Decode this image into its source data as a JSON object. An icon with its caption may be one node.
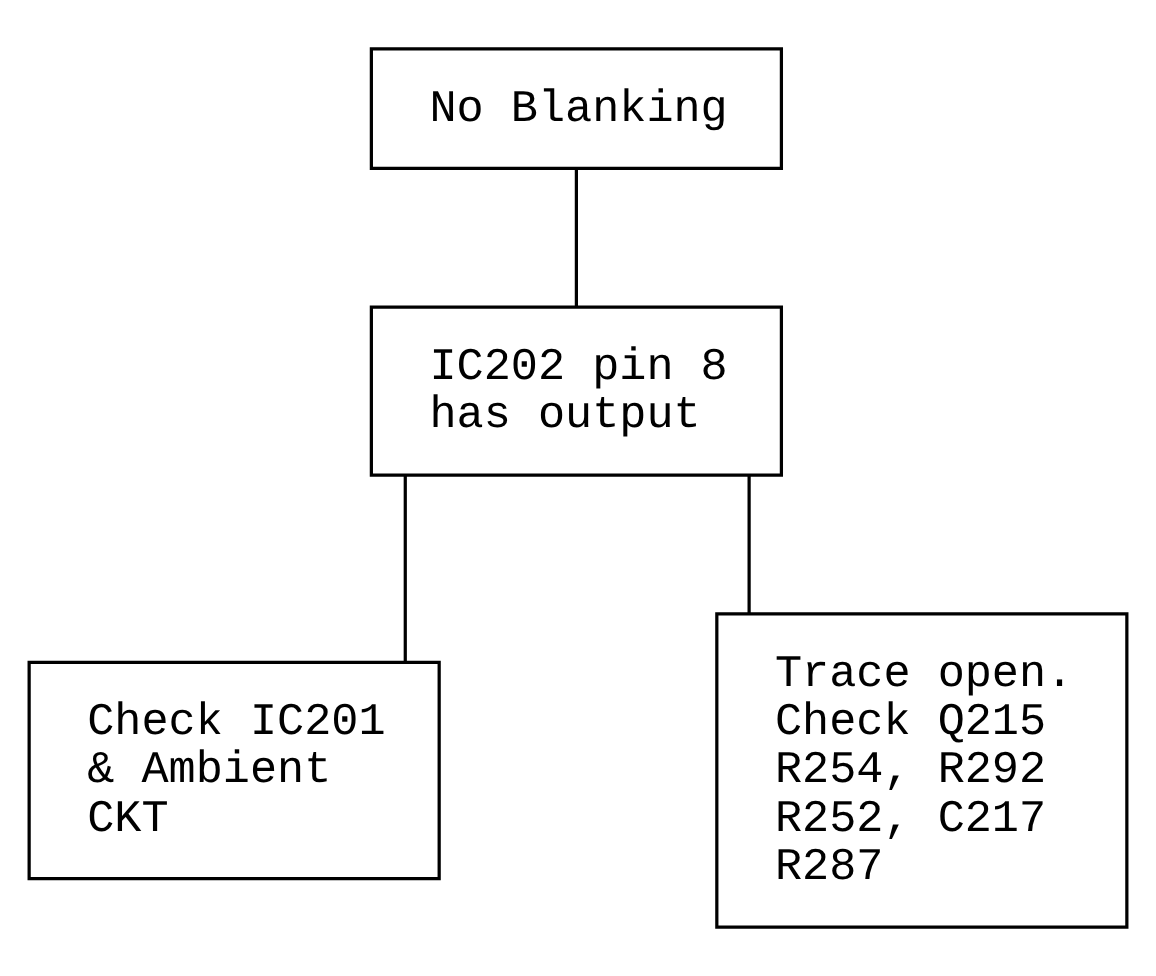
{
  "diagram": {
    "nodes": [
      {
        "text": [
          "No Blanking"
        ]
      },
      {
        "text": [
          "IC202 pin 8 has output"
        ]
      },
      {
        "text": [
          "Check IC201 & Ambient CKT"
        ]
      },
      {
        "text": [
          "Trace open. Check Q215 R254, R292 R252, C217 R287"
        ]
      }
    ],
    "edges": [
      {
        "from": 0,
        "to": 1,
        "arrow": "none"
      },
      {
        "from": 1,
        "to": 2,
        "arrow": "none"
      },
      {
        "from": 1,
        "to": 3,
        "arrow": "none"
      }
    ]
  }
}
